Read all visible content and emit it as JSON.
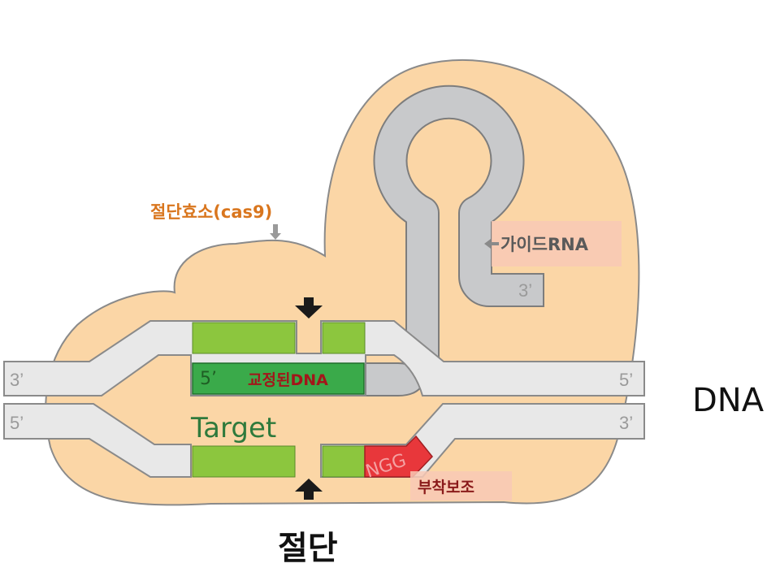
{
  "labels": {
    "enzyme": "절단효소(cas9)",
    "guide_rna": "가이드RNA",
    "edited_dna": "교정된DNA",
    "target": "Target",
    "pam": "NGG",
    "pam_assist": "부착보조",
    "cut": "절단",
    "dna": "DNA",
    "guide_3prime": "3’",
    "top_left_end": "3’",
    "top_right_end": "5’",
    "bottom_left_end": "5’",
    "bottom_right_end": "3’",
    "edited_5prime": "5’"
  },
  "colors": {
    "cas9_body": "#fbd6a6",
    "cas9_outline": "#8a8a8a",
    "strand_fill": "#e8e8e8",
    "guide_rna_fill": "#c8c9cb",
    "target_green": "#8cc63e",
    "edited_green": "#3aaa4a",
    "pam_red": "#e8373b",
    "enzyme_label": "#d9761e",
    "edited_label": "#a3161a",
    "target_label": "#2f7a3c",
    "label_box": "#f8c9b5",
    "arrow": "#1a1a1a"
  },
  "icons": [
    "cut-arrow-down-icon",
    "cut-arrow-up-icon",
    "pointer-arrow-icon"
  ]
}
